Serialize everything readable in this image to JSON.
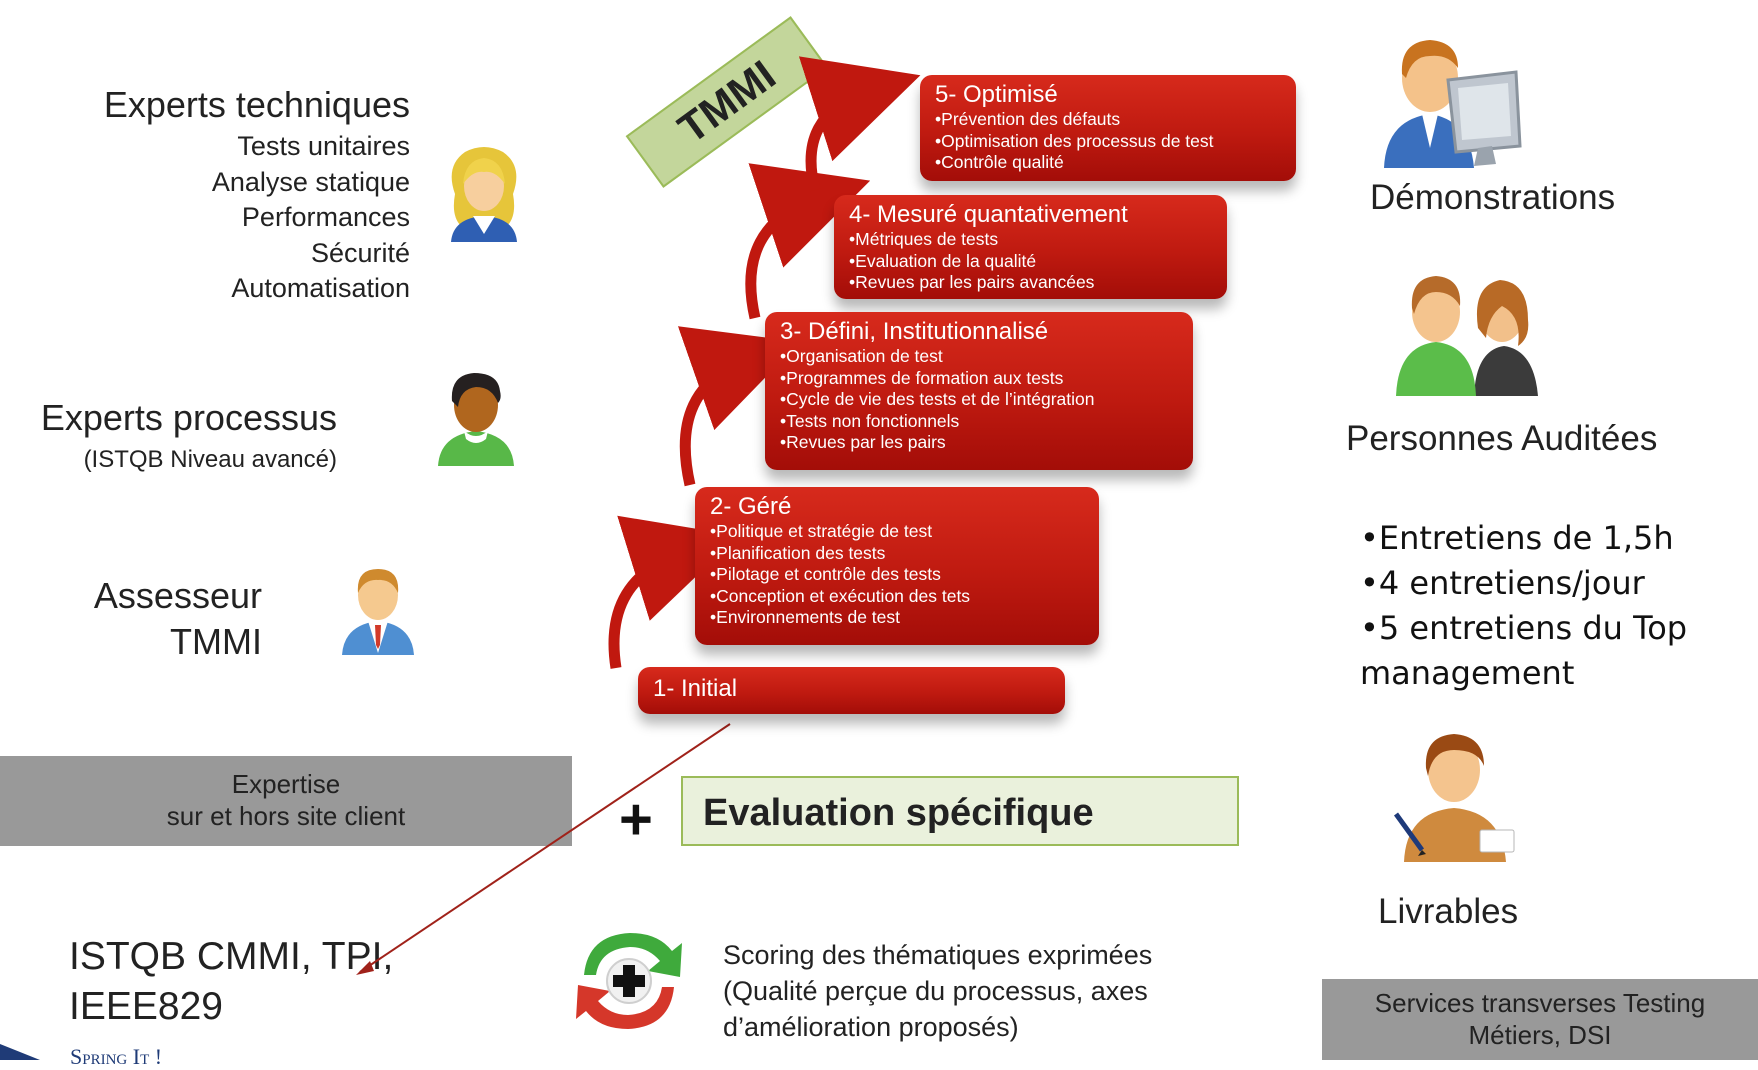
{
  "left": {
    "experts_tech": {
      "title": "Experts techniques",
      "items": [
        "Tests unitaires",
        "Analyse statique",
        "Performances",
        "Sécurité",
        "Automatisation"
      ]
    },
    "experts_process": {
      "title": "Experts processus",
      "subtitle": "(ISTQB Niveau avancé)"
    },
    "assessor": {
      "line1": "Assesseur",
      "line2": "TMMI"
    },
    "expertise_box": {
      "line1": "Expertise",
      "line2": "sur et hors site client"
    },
    "standards": {
      "line1": "ISTQB CMMI, TPI,",
      "line2": "IEEE829"
    },
    "logo_text": "Spring It !"
  },
  "center": {
    "tmmi_label": "TMMI",
    "levels": [
      {
        "title": "5- Optimisé",
        "items": [
          "Prévention des défauts",
          "Optimisation des processus de test",
          "Contrôle qualité"
        ]
      },
      {
        "title": "4- Mesuré quantativement",
        "items": [
          "Métriques de tests",
          "Evaluation de la qualité",
          "Revues par les pairs avancées"
        ]
      },
      {
        "title": "3- Défini, Institutionnalisé",
        "items": [
          "Organisation de test",
          "Programmes de formation aux tests",
          "Cycle de vie des tests et de l’intégration",
          "Tests non fonctionnels",
          "Revues par les pairs"
        ]
      },
      {
        "title": "2- Géré",
        "items": [
          "Politique et stratégie de test",
          "Planification des tests",
          "Pilotage et contrôle des tests",
          "Conception et exécution des tets",
          "Environnements de test"
        ]
      },
      {
        "title": "1- Initial",
        "items": []
      }
    ],
    "plus": "+",
    "evaluation": "Evaluation spécifique",
    "scoring": {
      "line1": "Scoring des thématiques  exprimées",
      "line2": "(Qualité perçue du processus, axes",
      "line3": "d’amélioration proposés)"
    }
  },
  "right": {
    "demos": "Démonstrations",
    "audited": "Personnes Auditées",
    "bullets": [
      "Entretiens de 1,5h",
      "4 entretiens/jour",
      "5 entretiens  du Top"
    ],
    "bullets_cont": "management",
    "deliverables": "Livrables",
    "services_box": {
      "line1": "Services transverses Testing",
      "line2": "Métiers, DSI"
    }
  },
  "colors": {
    "level_red": "#c0180f",
    "grey_box": "#999999",
    "green_box": "#eaf1dc",
    "tmmi_green": "#c3d69b"
  }
}
